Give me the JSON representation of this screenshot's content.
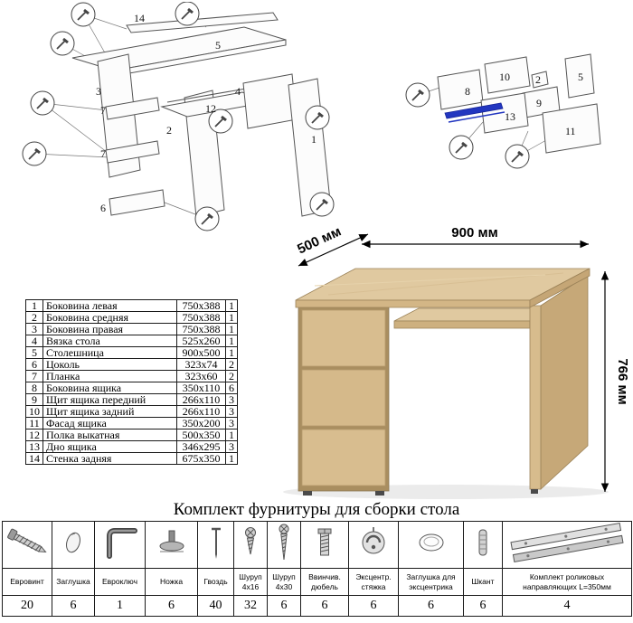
{
  "parts": {
    "rows": [
      {
        "num": "1",
        "name": "Боковина левая",
        "size": "750x388",
        "qty": "1"
      },
      {
        "num": "2",
        "name": "Боковина средняя",
        "size": "750x388",
        "qty": "1"
      },
      {
        "num": "3",
        "name": "Боковина правая",
        "size": "750x388",
        "qty": "1"
      },
      {
        "num": "4",
        "name": "Вязка стола",
        "size": "525x260",
        "qty": "1"
      },
      {
        "num": "5",
        "name": "Столешница",
        "size": "900x500",
        "qty": "1"
      },
      {
        "num": "6",
        "name": "Цоколь",
        "size": "323x74",
        "qty": "2"
      },
      {
        "num": "7",
        "name": "Планка",
        "size": "323x60",
        "qty": "2"
      },
      {
        "num": "8",
        "name": "Боковина ящика",
        "size": "350x110",
        "qty": "6"
      },
      {
        "num": "9",
        "name": "Щит ящика передний",
        "size": "266x110",
        "qty": "3"
      },
      {
        "num": "10",
        "name": "Щит ящика задний",
        "size": "266x110",
        "qty": "3"
      },
      {
        "num": "11",
        "name": "Фасад ящика",
        "size": "350x200",
        "qty": "3"
      },
      {
        "num": "12",
        "name": "Полка выкатная",
        "size": "500x350",
        "qty": "1"
      },
      {
        "num": "13",
        "name": "Дно ящика",
        "size": "346x295",
        "qty": "3"
      },
      {
        "num": "14",
        "name": "Стенка задняя",
        "size": "675x350",
        "qty": "1"
      }
    ]
  },
  "desk": {
    "width": "900 мм",
    "depth": "500 мм",
    "height": "766 мм"
  },
  "diagram_main": {
    "labels": {
      "p1": "1",
      "p2": "2",
      "p3": "3",
      "p4": "4",
      "p5": "5",
      "p6": "6",
      "p7a": "7",
      "p7b": "7",
      "p12": "12",
      "p14": "14"
    }
  },
  "diagram_drawer": {
    "labels": {
      "p2": "2",
      "p5": "5",
      "p8": "8",
      "p9": "9",
      "p10": "10",
      "p11": "11",
      "p13": "13"
    }
  },
  "hardware": {
    "title": "Комплект фурнитуры для сборки стола",
    "items": [
      {
        "label": "Евровинт",
        "qty": "20",
        "icon": "confirmat-screw"
      },
      {
        "label": "Заглушка",
        "qty": "6",
        "icon": "screw-cap"
      },
      {
        "label": "Евроключ",
        "qty": "1",
        "icon": "hex-key"
      },
      {
        "label": "Ножка",
        "qty": "6",
        "icon": "furniture-foot"
      },
      {
        "label": "Гвоздь",
        "qty": "40",
        "icon": "nail"
      },
      {
        "label": "Шуруп 4x16",
        "qty": "32",
        "icon": "screw-short"
      },
      {
        "label": "Шуруп 4x30",
        "qty": "6",
        "icon": "screw-long"
      },
      {
        "label": "Ввинчив. дюбель",
        "qty": "6",
        "icon": "threaded-dowel"
      },
      {
        "label": "Эксцентр. стяжка",
        "qty": "6",
        "icon": "cam-lock"
      },
      {
        "label": "Заглушка для эксцентрика",
        "qty": "6",
        "icon": "cam-cover"
      },
      {
        "label": "Шкант",
        "qty": "6",
        "icon": "wood-dowel"
      },
      {
        "label": "Комплект роликовых направляющих L=350мм",
        "qty": "4",
        "icon": "drawer-slides"
      }
    ]
  },
  "colors": {
    "wood": "#d7bc8d",
    "wood_dark": "#c6a878",
    "wood_light": "#e0c9a0",
    "rail_blue": "#2236c0"
  }
}
